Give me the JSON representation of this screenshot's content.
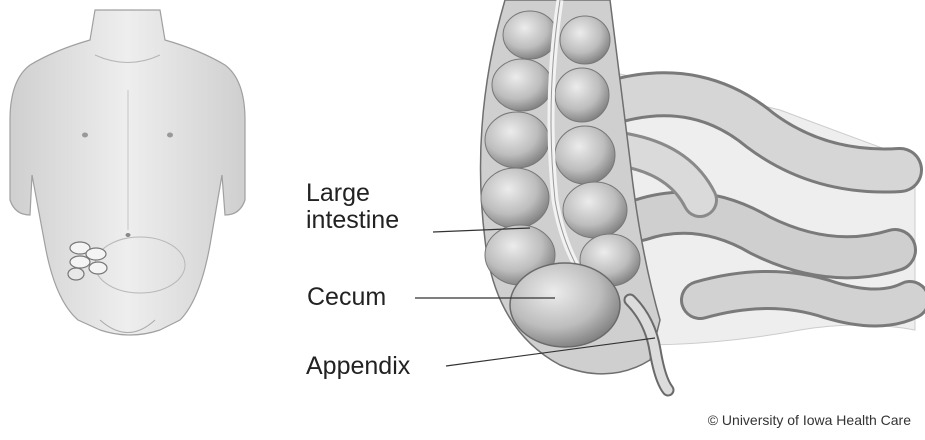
{
  "labels": {
    "large_intestine_line1": "Large",
    "large_intestine_line2": "intestine",
    "cecum": "Cecum",
    "appendix": "Appendix"
  },
  "credit": "© University of Iowa Health Care",
  "colors": {
    "background": "#ffffff",
    "skin": "#e4e4e4",
    "organ_dark": "#8a8a8a",
    "organ_light": "#d8d8d8",
    "leader_line": "#333333"
  }
}
